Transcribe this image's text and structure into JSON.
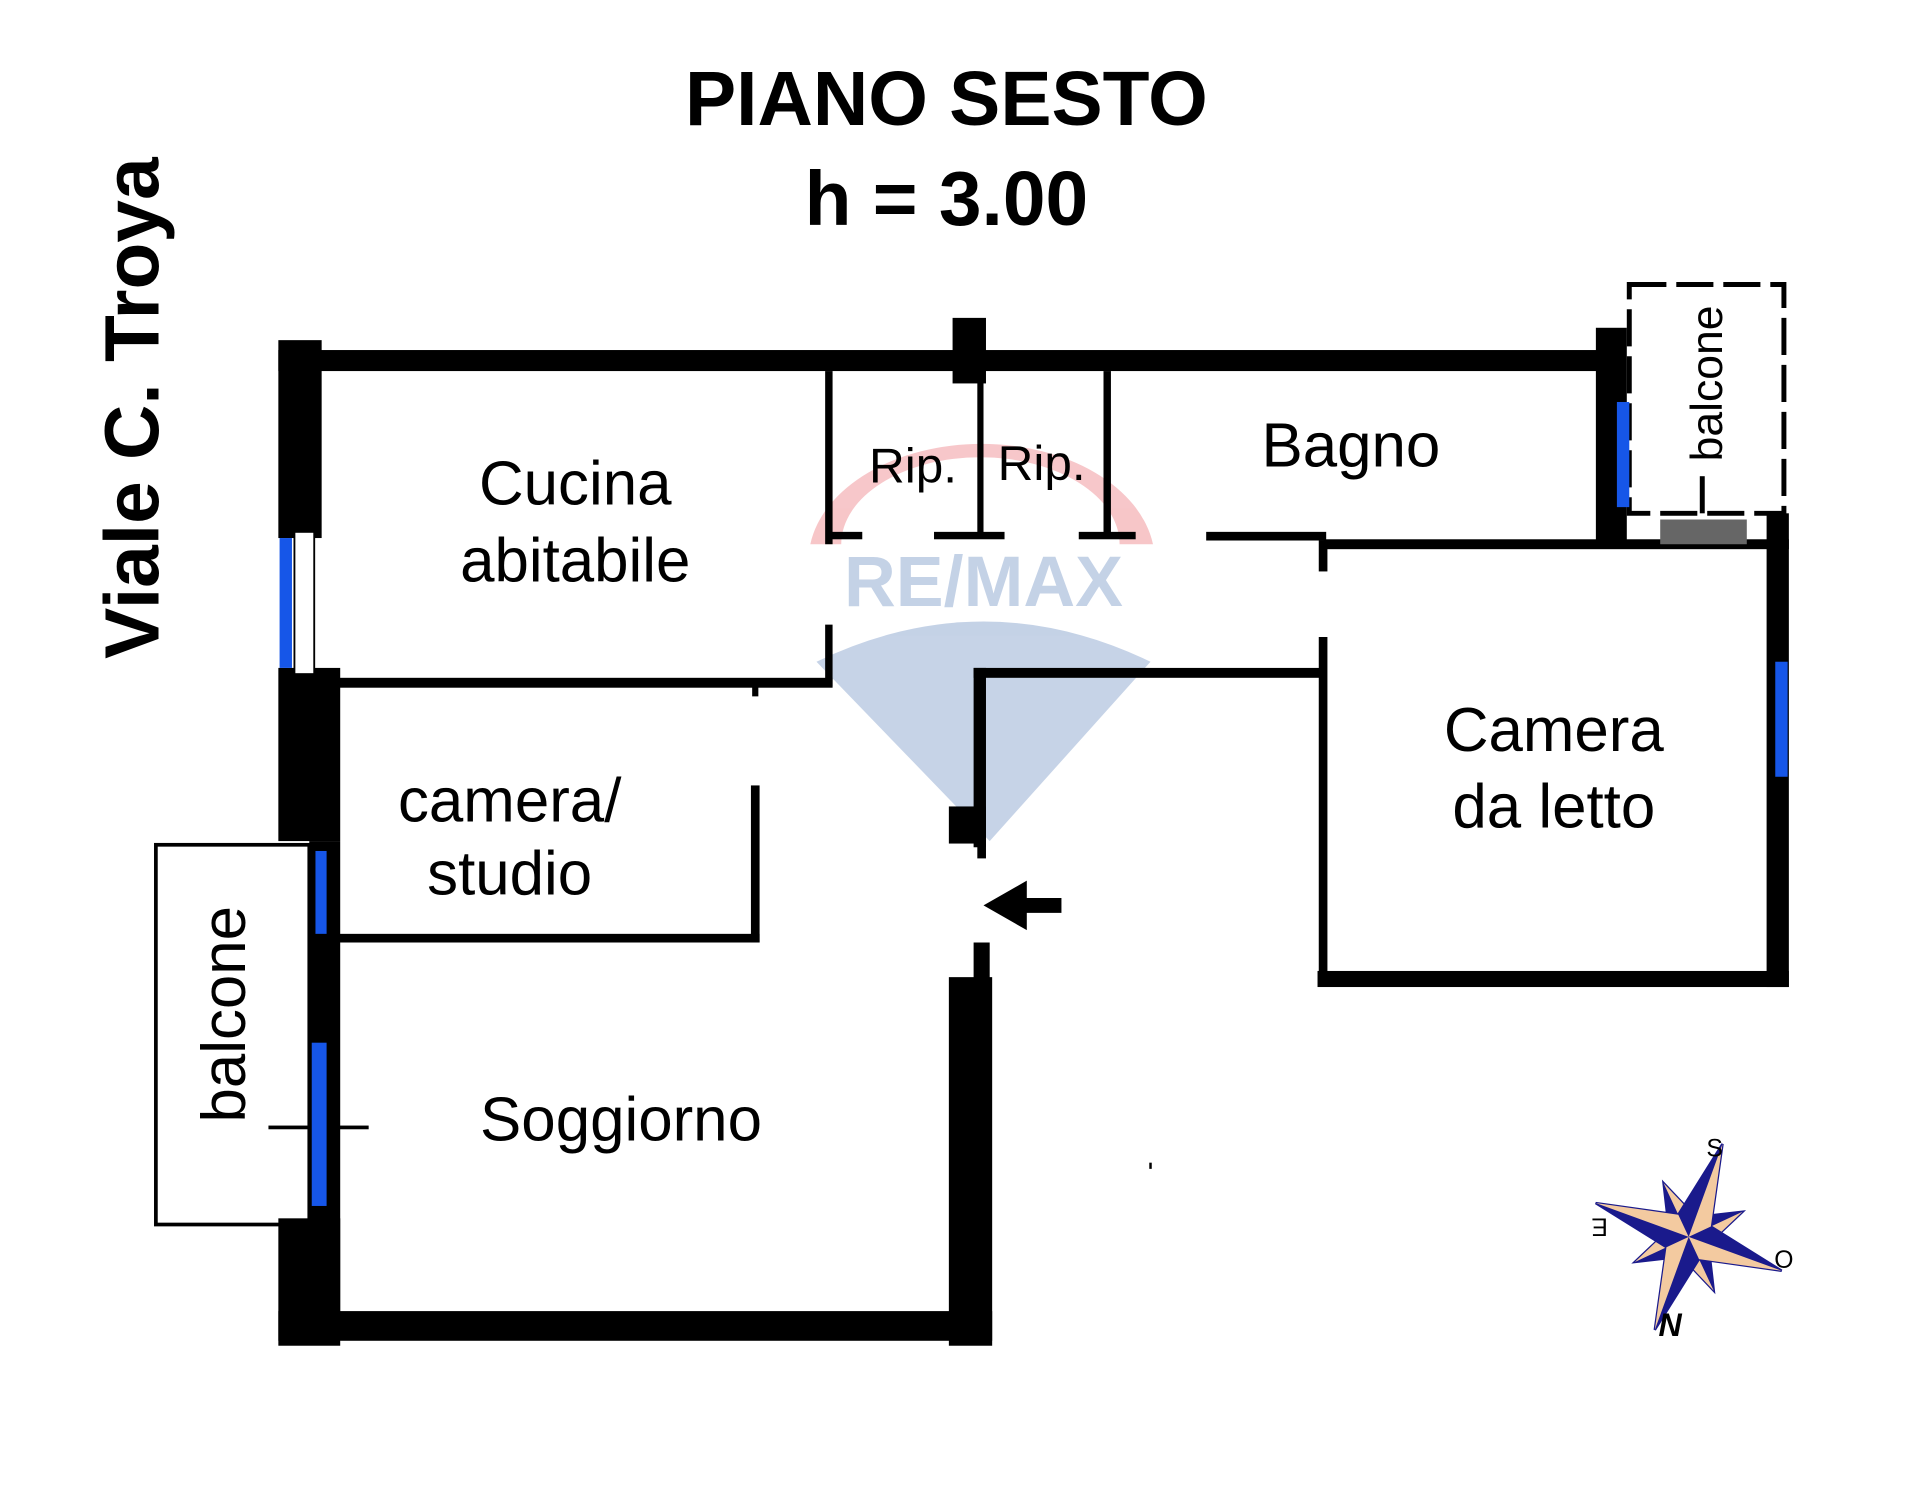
{
  "header": {
    "title": "PIANO SESTO",
    "height": "h = 3.00"
  },
  "street": "Viale  C. Troya",
  "rooms": {
    "cucina": [
      "Cucina",
      "abitabile"
    ],
    "rip1": "Rip.",
    "rip2": "Rip.",
    "bagno": "Bagno",
    "camera_letto": [
      "Camera",
      "da letto"
    ],
    "camera_studio": [
      "camera/",
      "studio"
    ],
    "soggiorno": "Soggiorno",
    "balcone_left": "balcone",
    "balcone_right": "balcone"
  },
  "compass": {
    "n": "N",
    "s": "S",
    "e": "E",
    "o": "O"
  },
  "watermark": "RE/MAX",
  "colors": {
    "window": "#1656e8",
    "compass_blue": "#1a1a8c",
    "compass_fill": "#f3caa0"
  }
}
